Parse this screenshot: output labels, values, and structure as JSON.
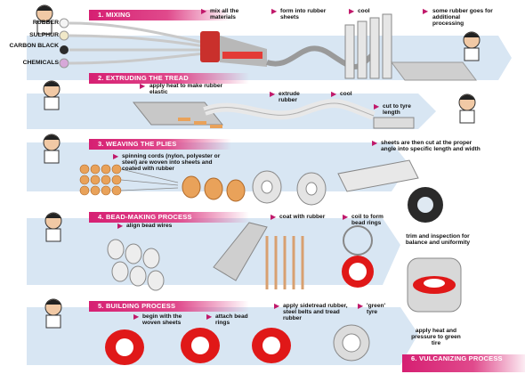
{
  "sections": [
    {
      "title": "1. MIXING"
    },
    {
      "title": "2. EXTRUDING THE TREAD"
    },
    {
      "title": "3. WEAVING THE PLIES"
    },
    {
      "title": "4. BEAD-MAKING PROCESS"
    },
    {
      "title": "5. BUILDING PROCESS"
    },
    {
      "title": "6. VULCANIZING PROCESS"
    }
  ],
  "ingredients": [
    {
      "label": "RUBBER",
      "color": "#f4f4f4"
    },
    {
      "label": "SULPHUR",
      "color": "#f0e8c8"
    },
    {
      "label": "CARBON BLACK",
      "color": "#2b2b2b"
    },
    {
      "label": "CHEMICALS",
      "color": "#d7a8d9"
    }
  ],
  "notes": {
    "mix_all": "mix all the materials",
    "form_sheets": "form into rubber sheets",
    "cool1": "cool",
    "more_processing": "some rubber goes for additional processing",
    "apply_heat": "apply heat to make rubber elastic",
    "extrude": "extrude rubber",
    "cool2": "cool",
    "cut_tyre": "cut to tyre length",
    "spinning": "spinning cords (nylon, polyester or steel) are woven into sheets and coated with rubber",
    "sheets_cut": "sheets are then cut at the proper angle into specific length and width",
    "align": "align bead wires",
    "coat": "coat with rubber",
    "coil": "coil to form bead rings",
    "trim": "trim and inspection for balance and uniformity",
    "begin": "begin with the woven sheets",
    "attach": "attach bead rings",
    "sidetread": "apply sidetread rubber, steel belts and tread rubber",
    "green": "'green' tyre",
    "apply_pressure": "apply heat and pressure to green tire"
  },
  "colors": {
    "accent": "#d61f72",
    "arrow_band": "#d8e6f3",
    "tread_red": "#e01818",
    "cord_orange": "#e9a25a"
  }
}
